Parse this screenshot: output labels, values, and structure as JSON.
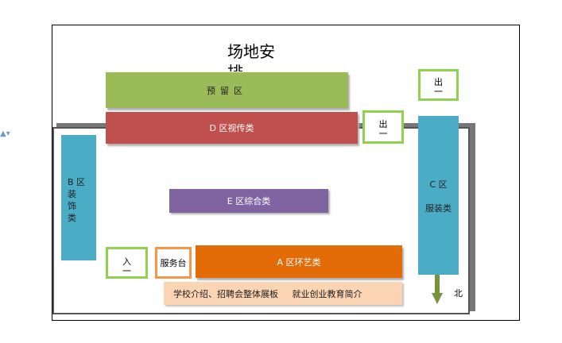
{
  "title": "场地安排",
  "side_mark": "▲▾",
  "zones": {
    "reserve": "预留区",
    "d": "D 区视传类",
    "e": "E 区综合类",
    "a": "A 区环艺类",
    "b": {
      "line1": "B 区",
      "line2": "装",
      "line3": "饰",
      "line4": "类"
    },
    "c": {
      "line1": "C 区",
      "line2": "服装类"
    }
  },
  "exits": {
    "top": {
      "char": "出",
      "mark": "一"
    },
    "mid": {
      "char": "出",
      "mark": "一"
    }
  },
  "entrance": {
    "char": "入",
    "mark": "一"
  },
  "service_desk": "服务台",
  "banner": "学校介绍、招聘会整体展板     就业创业教育简介",
  "north_label": "北",
  "colors": {
    "reserve": "#9bbb59",
    "zone_d": "#c0504d",
    "zone_e": "#8064a2",
    "zone_a": "#e36c09",
    "zone_b_c": "#4bacc6",
    "banner": "#fbd4b4",
    "green_border": "#92d050",
    "orange_border": "#f79646",
    "arrow": "#77933c"
  },
  "icons": {
    "north_arrow": "down-arrow-icon"
  }
}
